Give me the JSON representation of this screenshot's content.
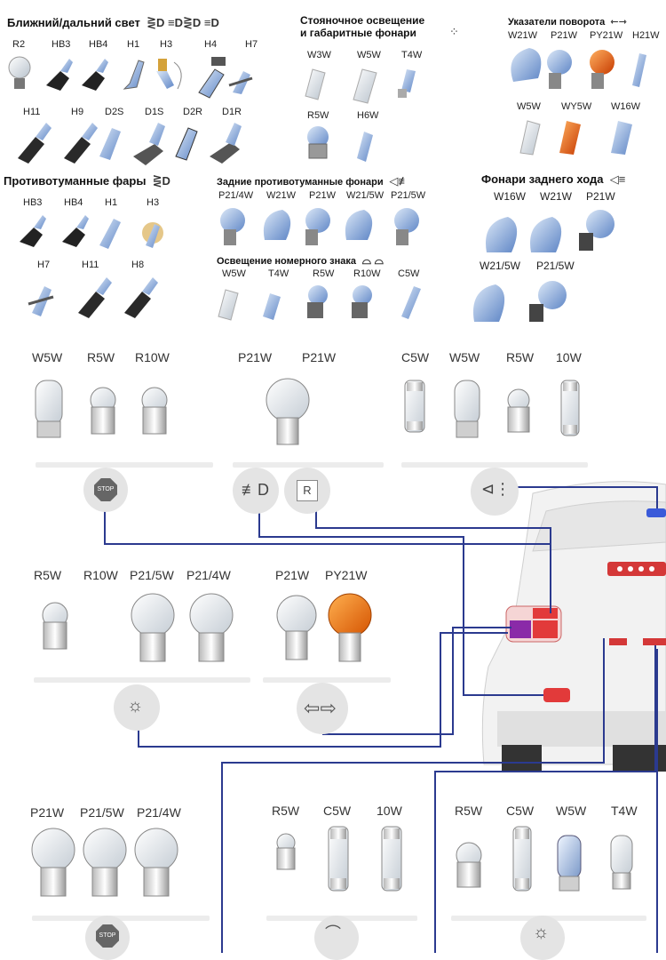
{
  "sections": {
    "headlight": {
      "title": "Ближний/дальний свет",
      "labels": [
        "R2",
        "HB3",
        "HB4",
        "H1",
        "H3",
        "H4",
        "H7",
        "H11",
        "H9",
        "D2S",
        "D1S",
        "D2R",
        "D1R"
      ]
    },
    "parking": {
      "title_line1": "Стояночное освещение",
      "title_line2": "и габаритные фонари",
      "labels": [
        "W3W",
        "W5W",
        "T4W",
        "R5W",
        "H6W"
      ]
    },
    "turn": {
      "title": "Указатели поворота",
      "labels": [
        "W21W",
        "P21W",
        "PY21W",
        "H21W",
        "W5W",
        "WY5W",
        "W16W"
      ]
    },
    "fog": {
      "title": "Противотуманные фары",
      "labels": [
        "HB3",
        "HB4",
        "H1",
        "H3",
        "H7",
        "H11",
        "H8"
      ]
    },
    "rearfog": {
      "title": "Задние противотуманные фонари",
      "labels": [
        "P21/4W",
        "W21W",
        "P21W",
        "W21/5W",
        "P21/5W"
      ]
    },
    "plate": {
      "title": "Освещение номерного знака",
      "labels": [
        "W5W",
        "T4W",
        "R5W",
        "R10W",
        "C5W"
      ]
    },
    "reverse": {
      "title": "Фонари заднего хода",
      "labels": [
        "W16W",
        "W21W",
        "P21W",
        "W21/5W",
        "P21/5W"
      ]
    }
  },
  "groups": {
    "g1": {
      "labels": [
        "W5W",
        "R5W",
        "R10W"
      ],
      "badge_text": "STOP"
    },
    "g2": {
      "labels": [
        "P21W",
        "P21W"
      ],
      "badge_text": "R"
    },
    "g3": {
      "labels": [
        "C5W",
        "W5W",
        "R5W",
        "10W"
      ]
    },
    "g4": {
      "labels": [
        "R5W",
        "R10W",
        "P21/5W",
        "P21/4W"
      ]
    },
    "g5": {
      "labels": [
        "P21W",
        "PY21W"
      ]
    },
    "g6": {
      "labels": [
        "P21W",
        "P21/5W",
        "P21/4W"
      ],
      "badge_text": "STOP"
    },
    "g7": {
      "labels": [
        "R5W",
        "C5W",
        "10W"
      ]
    },
    "g8": {
      "labels": [
        "R5W",
        "C5W",
        "W5W",
        "T4W"
      ]
    }
  },
  "colors": {
    "wire": "#2b3a8f",
    "orange_bulb": "#e06a10",
    "red_light": "#e23a3a",
    "purple_light": "#8a2aa8"
  }
}
